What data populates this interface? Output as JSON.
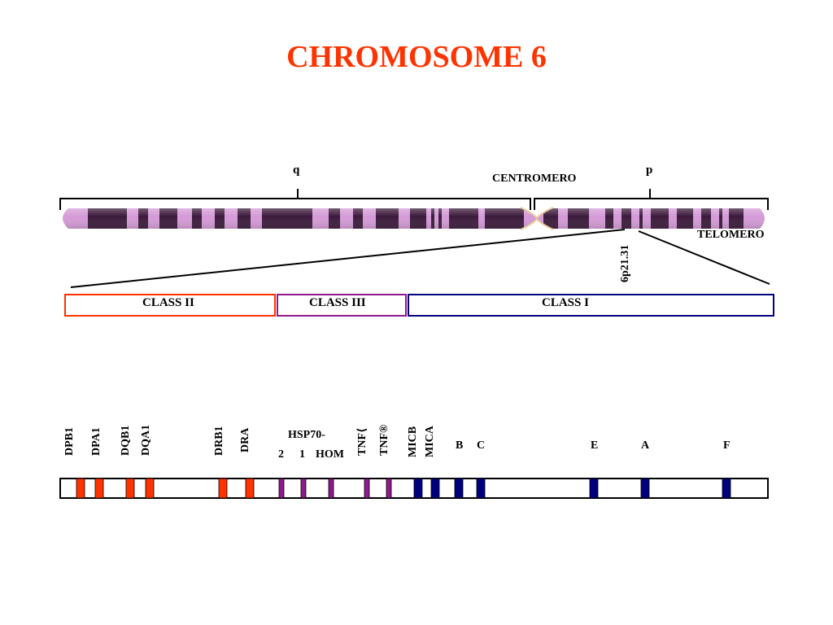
{
  "title": "CHROMOSOME 6",
  "colors": {
    "title": "#ff3300",
    "class_ii": "#ff3300",
    "class_iii": "#8e1a8e",
    "class_i": "#00007f",
    "chromosome_light": "#d49ad6",
    "chromosome_dark": "#3b1a3b"
  },
  "labels": {
    "q_arm": "q",
    "p_arm": "p",
    "centromere": "CENTROMERO",
    "telomere": "TELOMERO",
    "band": "6p21.31"
  },
  "classes": {
    "class_ii": "CLASS II",
    "class_iii": "CLASS III",
    "class_i": "CLASS I"
  },
  "genes": {
    "dpb1": "DPB1",
    "dpa1": "DPA1",
    "dqb1": "DQB1",
    "dqa1": "DQA1",
    "drb1": "DRB1",
    "dra": "DRA",
    "hsp70": "HSP70-",
    "hsp_2": "2",
    "hsp_1": "1",
    "hsp_hom": "HOM",
    "tnf_a": "TNF⟨",
    "tnf_b": "TNF®",
    "micb": "MICB",
    "mica": "MICA",
    "b": "B",
    "c": "C",
    "e": "E",
    "a": "A",
    "f": "F"
  }
}
